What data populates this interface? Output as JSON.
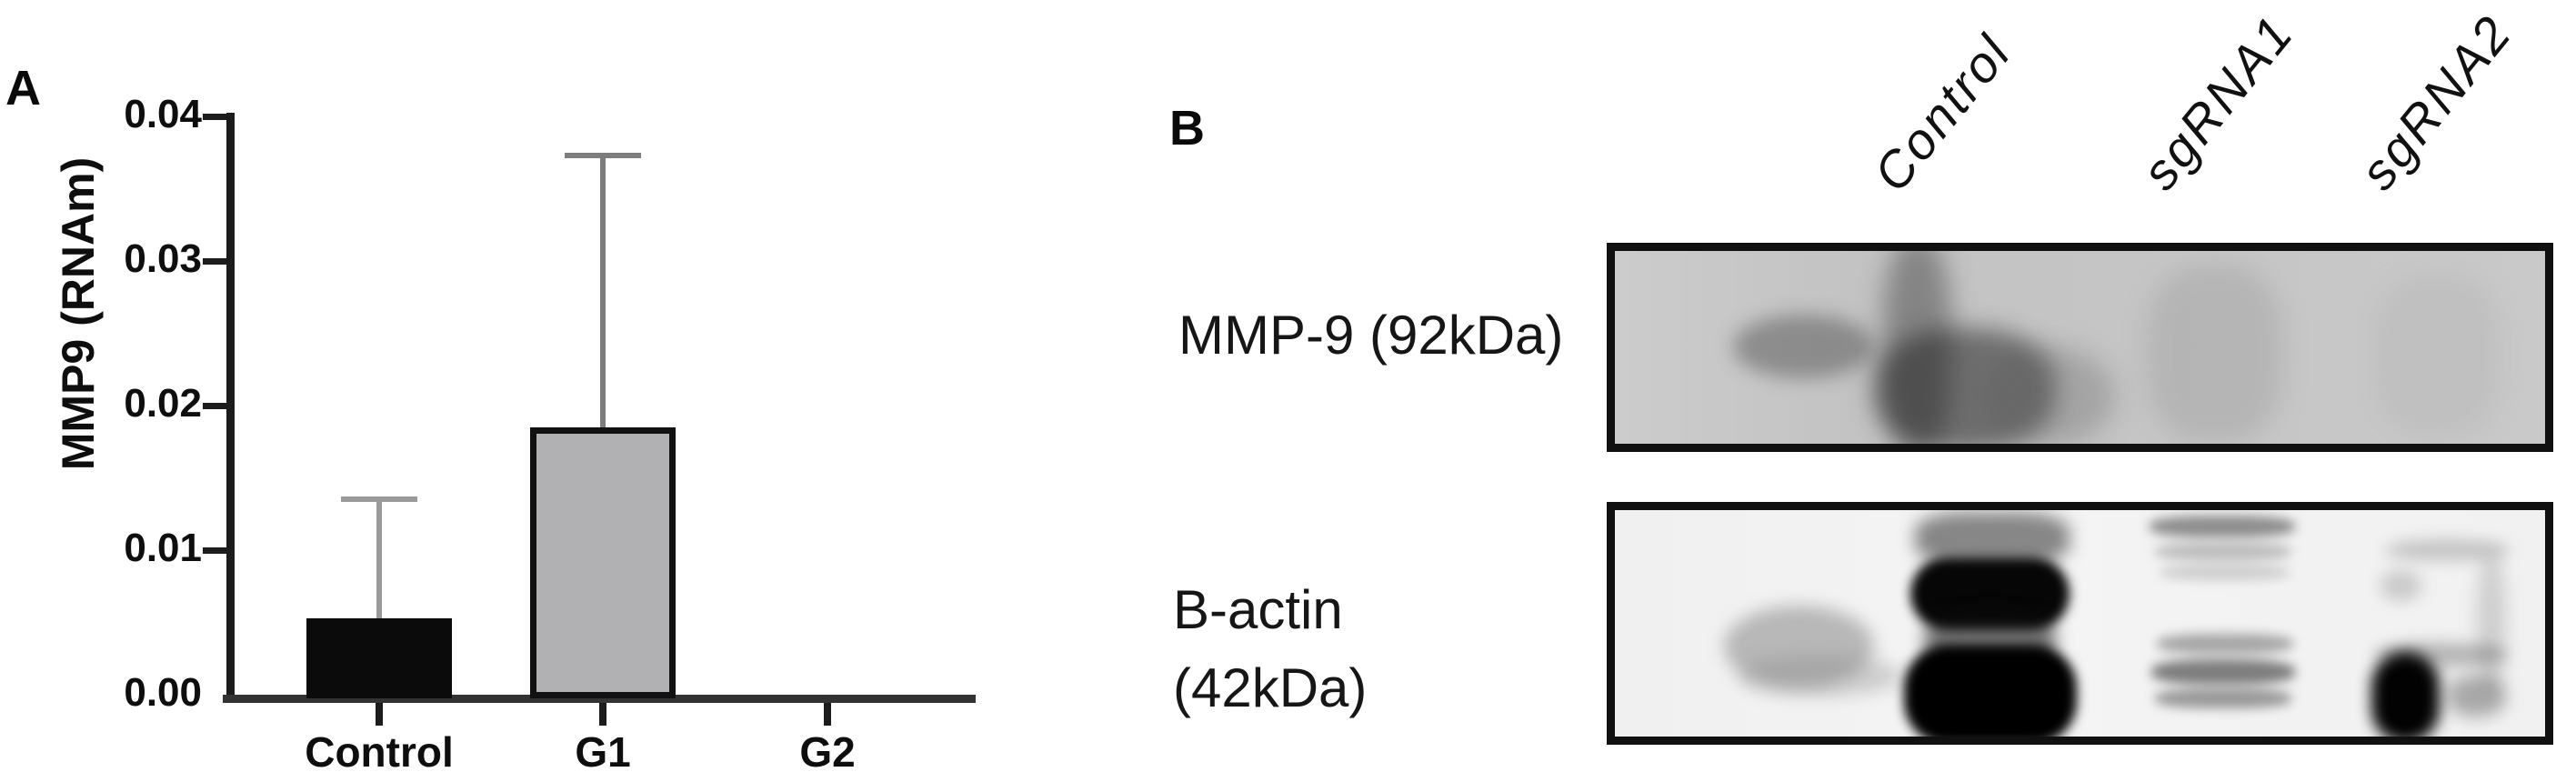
{
  "figure": {
    "panel_a_label": "A",
    "panel_b_label": "B"
  },
  "chart_data": {
    "type": "bar",
    "title": "",
    "xlabel": "",
    "ylabel": "MMP9 (RNAm)",
    "categories": [
      "Control",
      "G1",
      "G2"
    ],
    "values": [
      0.0053,
      0.0185,
      0
    ],
    "errors_up": [
      0.0082,
      0.0188,
      0
    ],
    "ylim": [
      0,
      0.04
    ],
    "yticks": [
      0,
      0.01,
      0.02,
      0.03,
      0.04
    ],
    "ytick_labels": [
      "0.00",
      "0.01",
      "0.02",
      "0.03",
      "0.04"
    ],
    "bar_colors": [
      "#0b0b0b",
      "#b1b1b4",
      "#000000"
    ],
    "bar_has_border": [
      false,
      true,
      false
    ],
    "bar_border_color": "#111111",
    "error_colors": [
      "#9a9a9a",
      "#7d7d7d",
      "#888888"
    ],
    "grid": false,
    "legend": null
  },
  "panel_b": {
    "lane_labels": [
      "Control",
      "sgRNA1",
      "sgRNA2"
    ],
    "blots": [
      {
        "target": "MMP-9 (92kDa)",
        "lanes": [
          "marker-faint",
          "strong-smear",
          "very-faint",
          "none"
        ]
      },
      {
        "target": "B-actin",
        "target_line2": "(42kDa)",
        "lanes": [
          "marker-faint",
          "strong-double-band",
          "faint-ladder",
          "medium-smudge"
        ]
      }
    ]
  }
}
